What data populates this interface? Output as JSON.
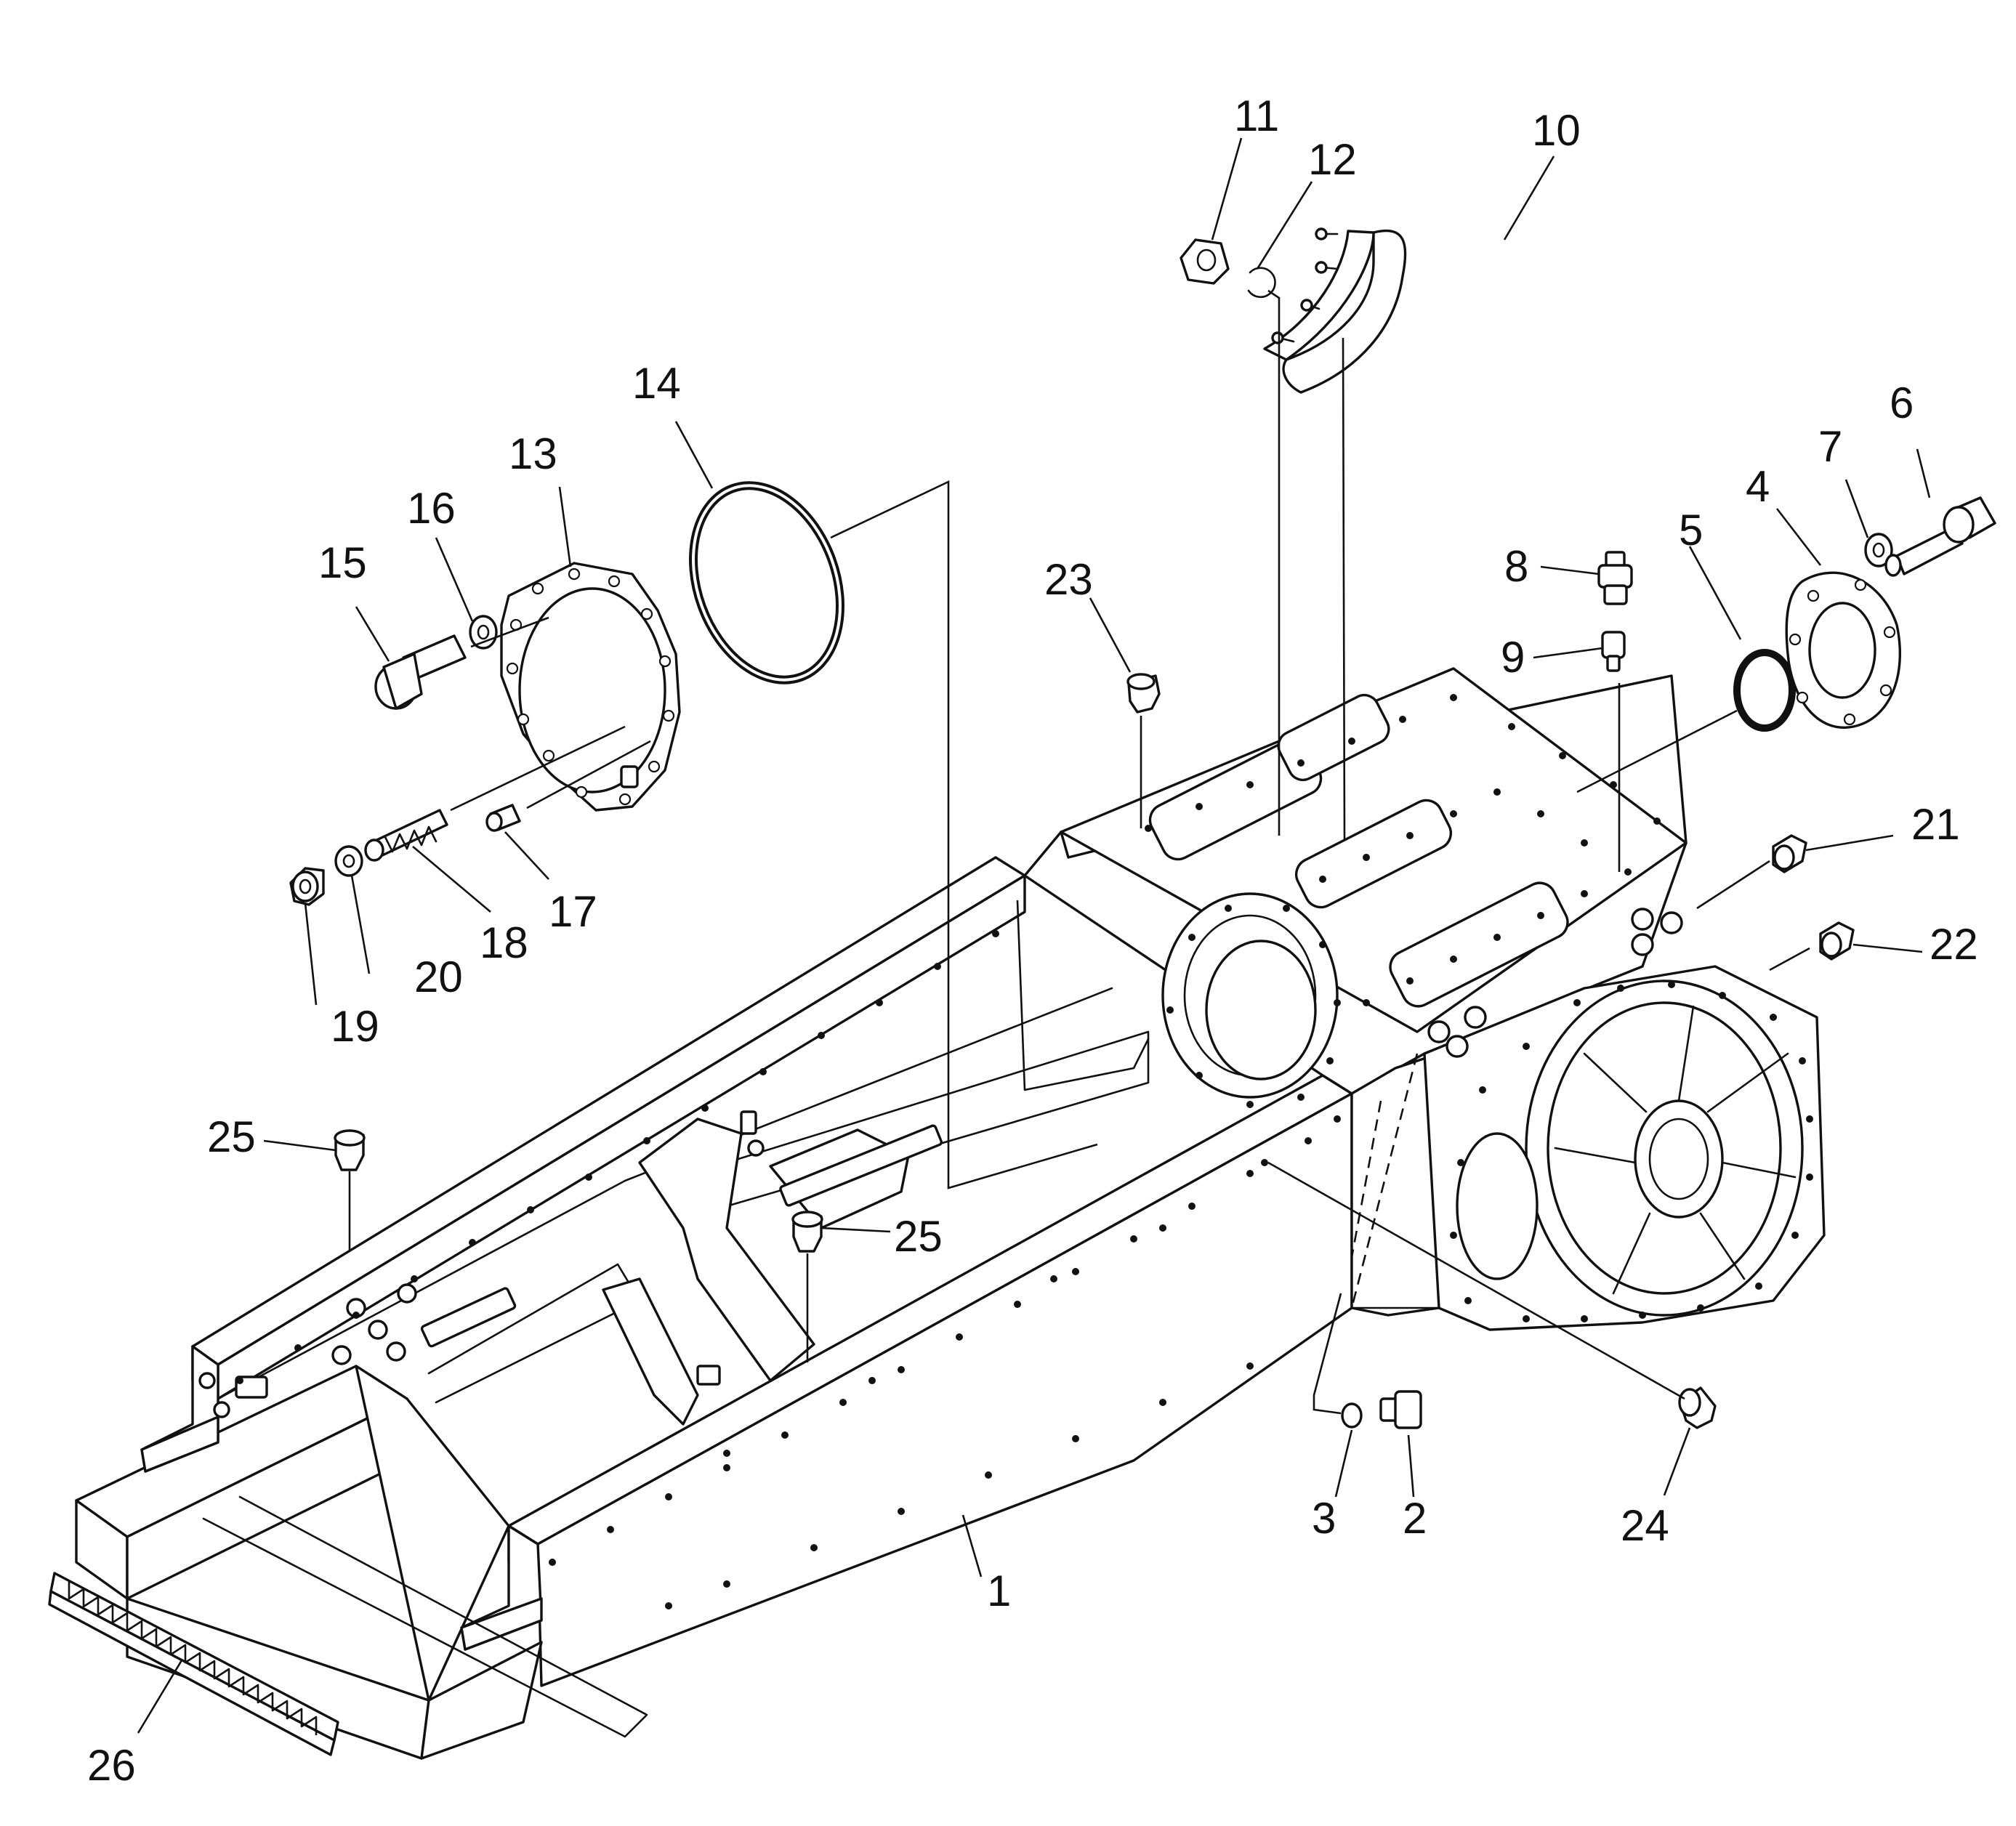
{
  "diagram": {
    "type": "exploded-parts-view",
    "callouts": [
      "1",
      "2",
      "3",
      "4",
      "5",
      "6",
      "7",
      "8",
      "9",
      "10",
      "11",
      "12",
      "13",
      "14",
      "15",
      "16",
      "17",
      "18",
      "19",
      "20",
      "21",
      "22",
      "23",
      "24",
      "25",
      "25",
      "26"
    ]
  }
}
